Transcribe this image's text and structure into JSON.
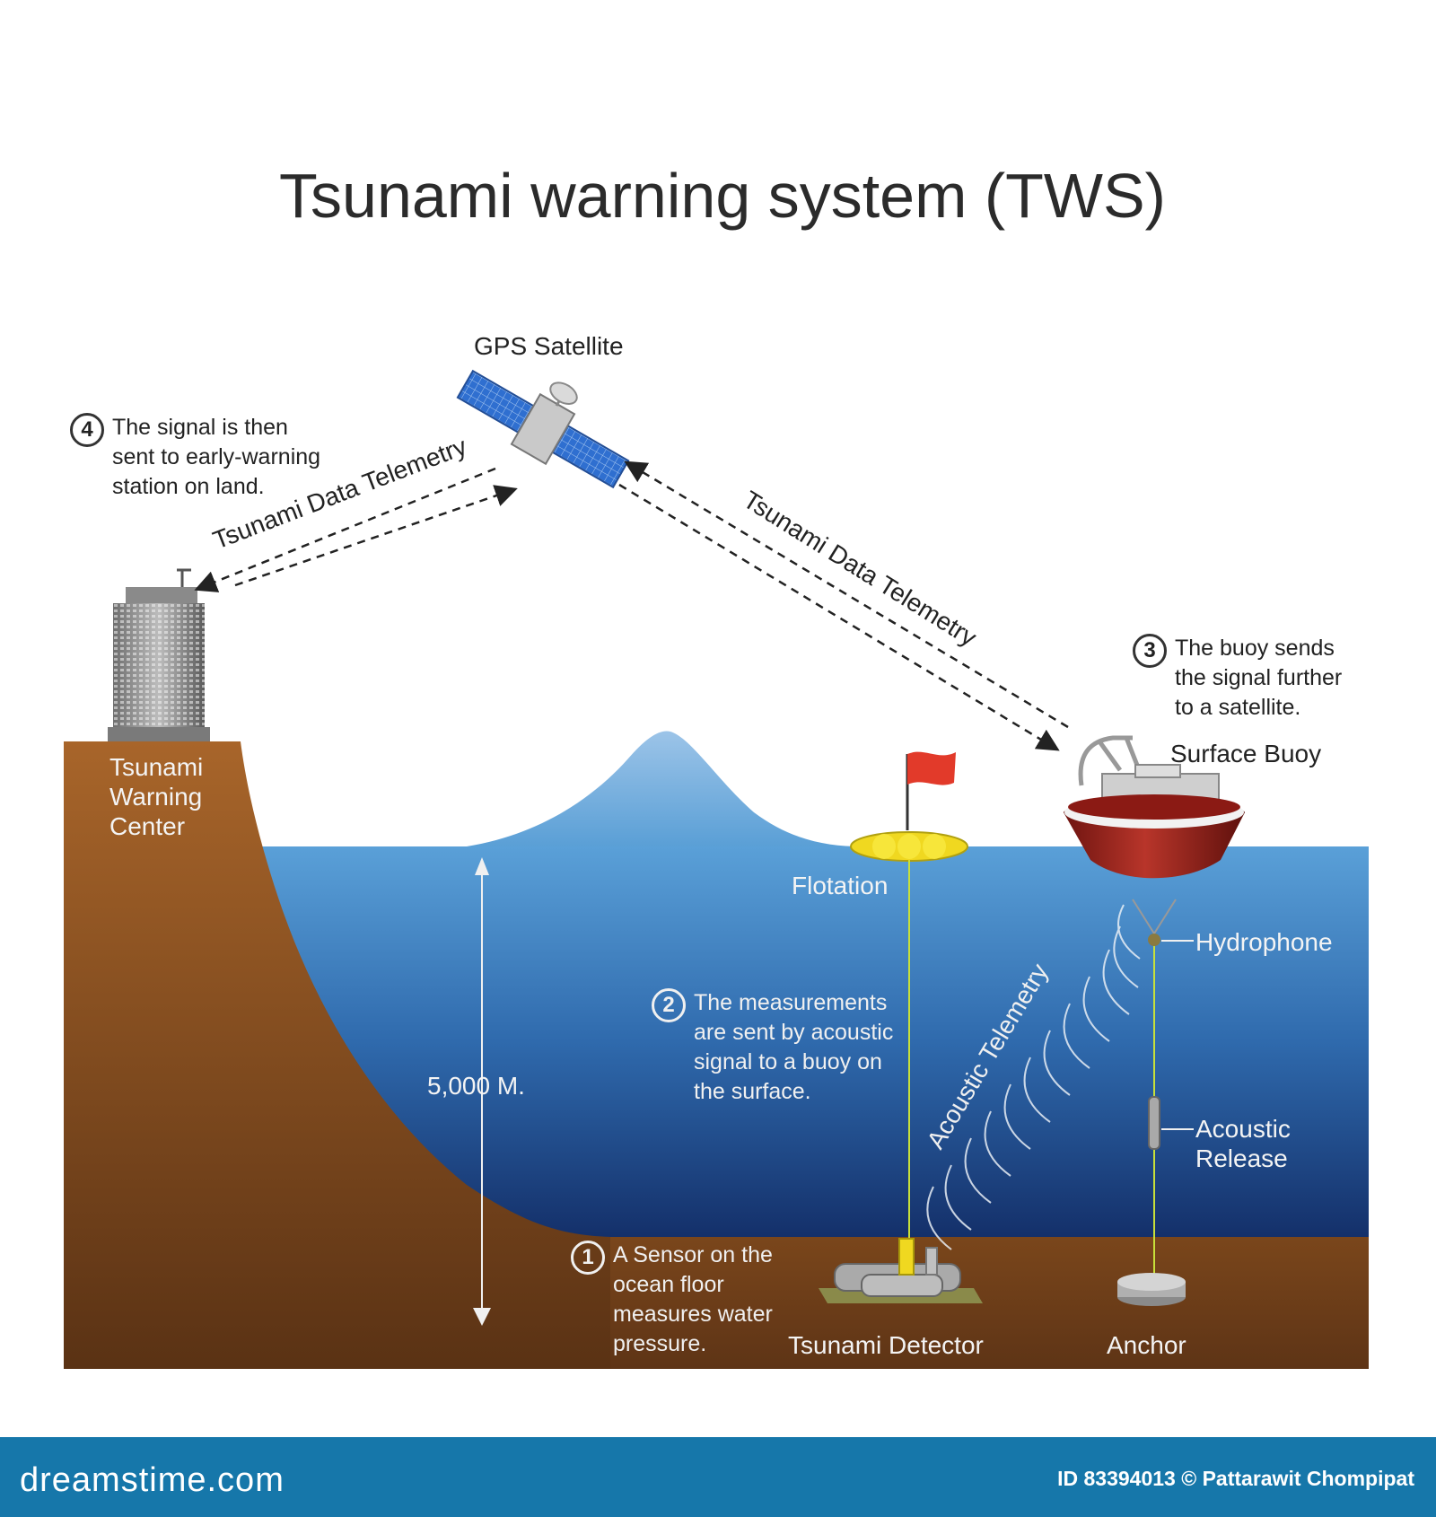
{
  "title": "Tsunami warning system (TWS)",
  "labels": {
    "satellite": "GPS Satellite",
    "telemetry_left": "Tsunami Data Telemetry",
    "telemetry_right": "Tsunami Data Telemetry",
    "center": [
      "Tsunami",
      "Warning",
      "Center"
    ],
    "surface_buoy": "Surface Buoy",
    "flotation": "Flotation",
    "hydrophone": "Hydrophone",
    "acoustic_telemetry": "Acoustic Telemetry",
    "acoustic_release": [
      "Acoustic",
      "Release"
    ],
    "depth": "5,000 M.",
    "detector": "Tsunami Detector",
    "anchor": "Anchor"
  },
  "steps": [
    {
      "number": "1",
      "lines": [
        "A Sensor on the",
        "ocean floor",
        "measures water",
        "pressure."
      ]
    },
    {
      "number": "2",
      "lines": [
        "The measurements",
        "are sent by acoustic",
        "signal to a buoy on",
        "the surface."
      ]
    },
    {
      "number": "3",
      "lines": [
        "The buoy sends",
        "the signal further",
        "to a satellite."
      ]
    },
    {
      "number": "4",
      "lines": [
        "The signal is then",
        "sent to early-warning",
        "station on land."
      ]
    }
  ],
  "footer": {
    "brand": "dreamstime.com",
    "credit": "ID 83394013 © Pattarawit Chompipat"
  },
  "colors": {
    "sea_top": "#5aa0d8",
    "sea_bottom": "#16336e",
    "land": "#8a4f1f",
    "buoy": "#a0261d",
    "footer": "#1677aa"
  }
}
